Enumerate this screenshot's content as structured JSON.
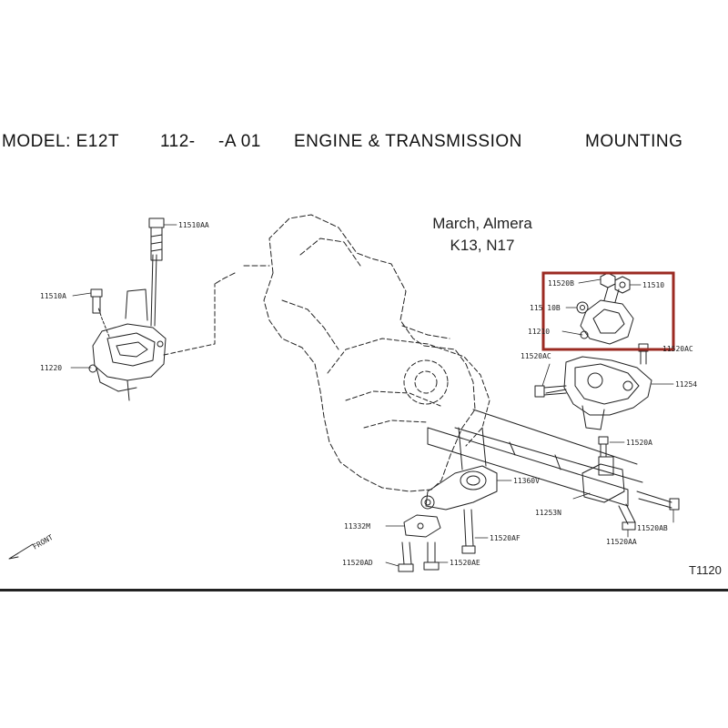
{
  "title": {
    "model": "MODEL: E12T",
    "code": "112-",
    "variant": "-A 01",
    "section": "ENGINE & TRANSMISSION",
    "sub": "MOUNTING"
  },
  "vehicle": {
    "line1": "March, Almera",
    "line2": "K13, N17"
  },
  "front_label": "FRONT",
  "ref_code": "T1120",
  "highlight_color": "#9b2a22",
  "parts": {
    "p11510AA": "11510AA",
    "p11510A": "11510A",
    "p11220": "11220",
    "p11520B": "11520B",
    "p11510": "11510",
    "p11510B": "115 10B",
    "p11210": "11210",
    "p11520AC_left": "11520AC",
    "p11520AC_right": "11520AC",
    "p11254": "11254",
    "p11520A": "11520A",
    "p11360V": "11360V",
    "p11253N": "11253N",
    "p11332M": "11332M",
    "p11520AF": "11520AF",
    "p11520AB": "11520AB",
    "p11520AA": "11520AA",
    "p11520AD": "11520AD",
    "p11520AE": "11520AE"
  }
}
